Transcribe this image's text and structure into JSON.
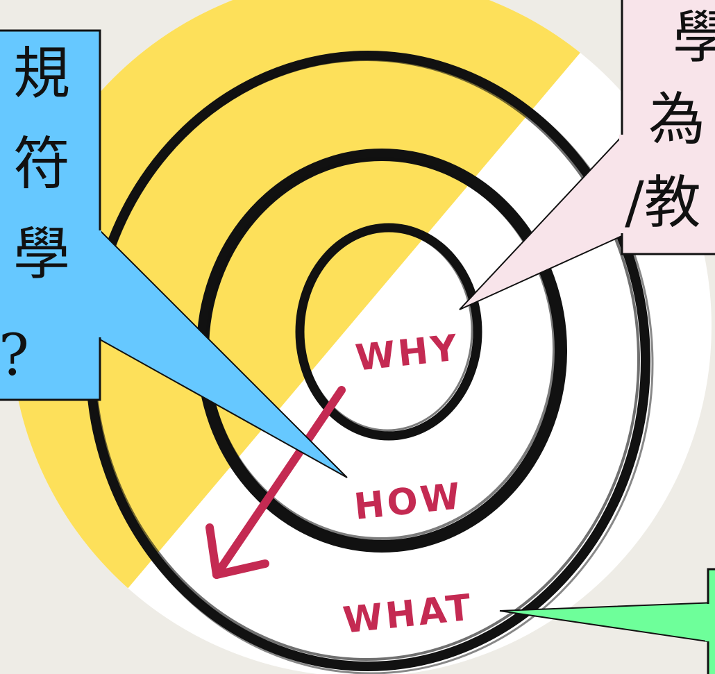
{
  "colors": {
    "background": "#eeece6",
    "disc_yellow": "#fde05a",
    "disc_white": "#ffffff",
    "ring_ink": "#111111",
    "arrow": "#c42a52",
    "callout_blue": "#66c8ff",
    "callout_pink": "#f8e4ea",
    "callout_green": "#6eff9a"
  },
  "golden_circle": {
    "inner_label": "WHY",
    "middle_label": "HOW",
    "outer_label": "WHAT"
  },
  "callouts": {
    "left": {
      "lines": [
        "規",
        "符",
        "學",
        "?"
      ]
    },
    "top_right": {
      "lines": [
        "學",
        "為",
        "/教"
      ]
    }
  }
}
